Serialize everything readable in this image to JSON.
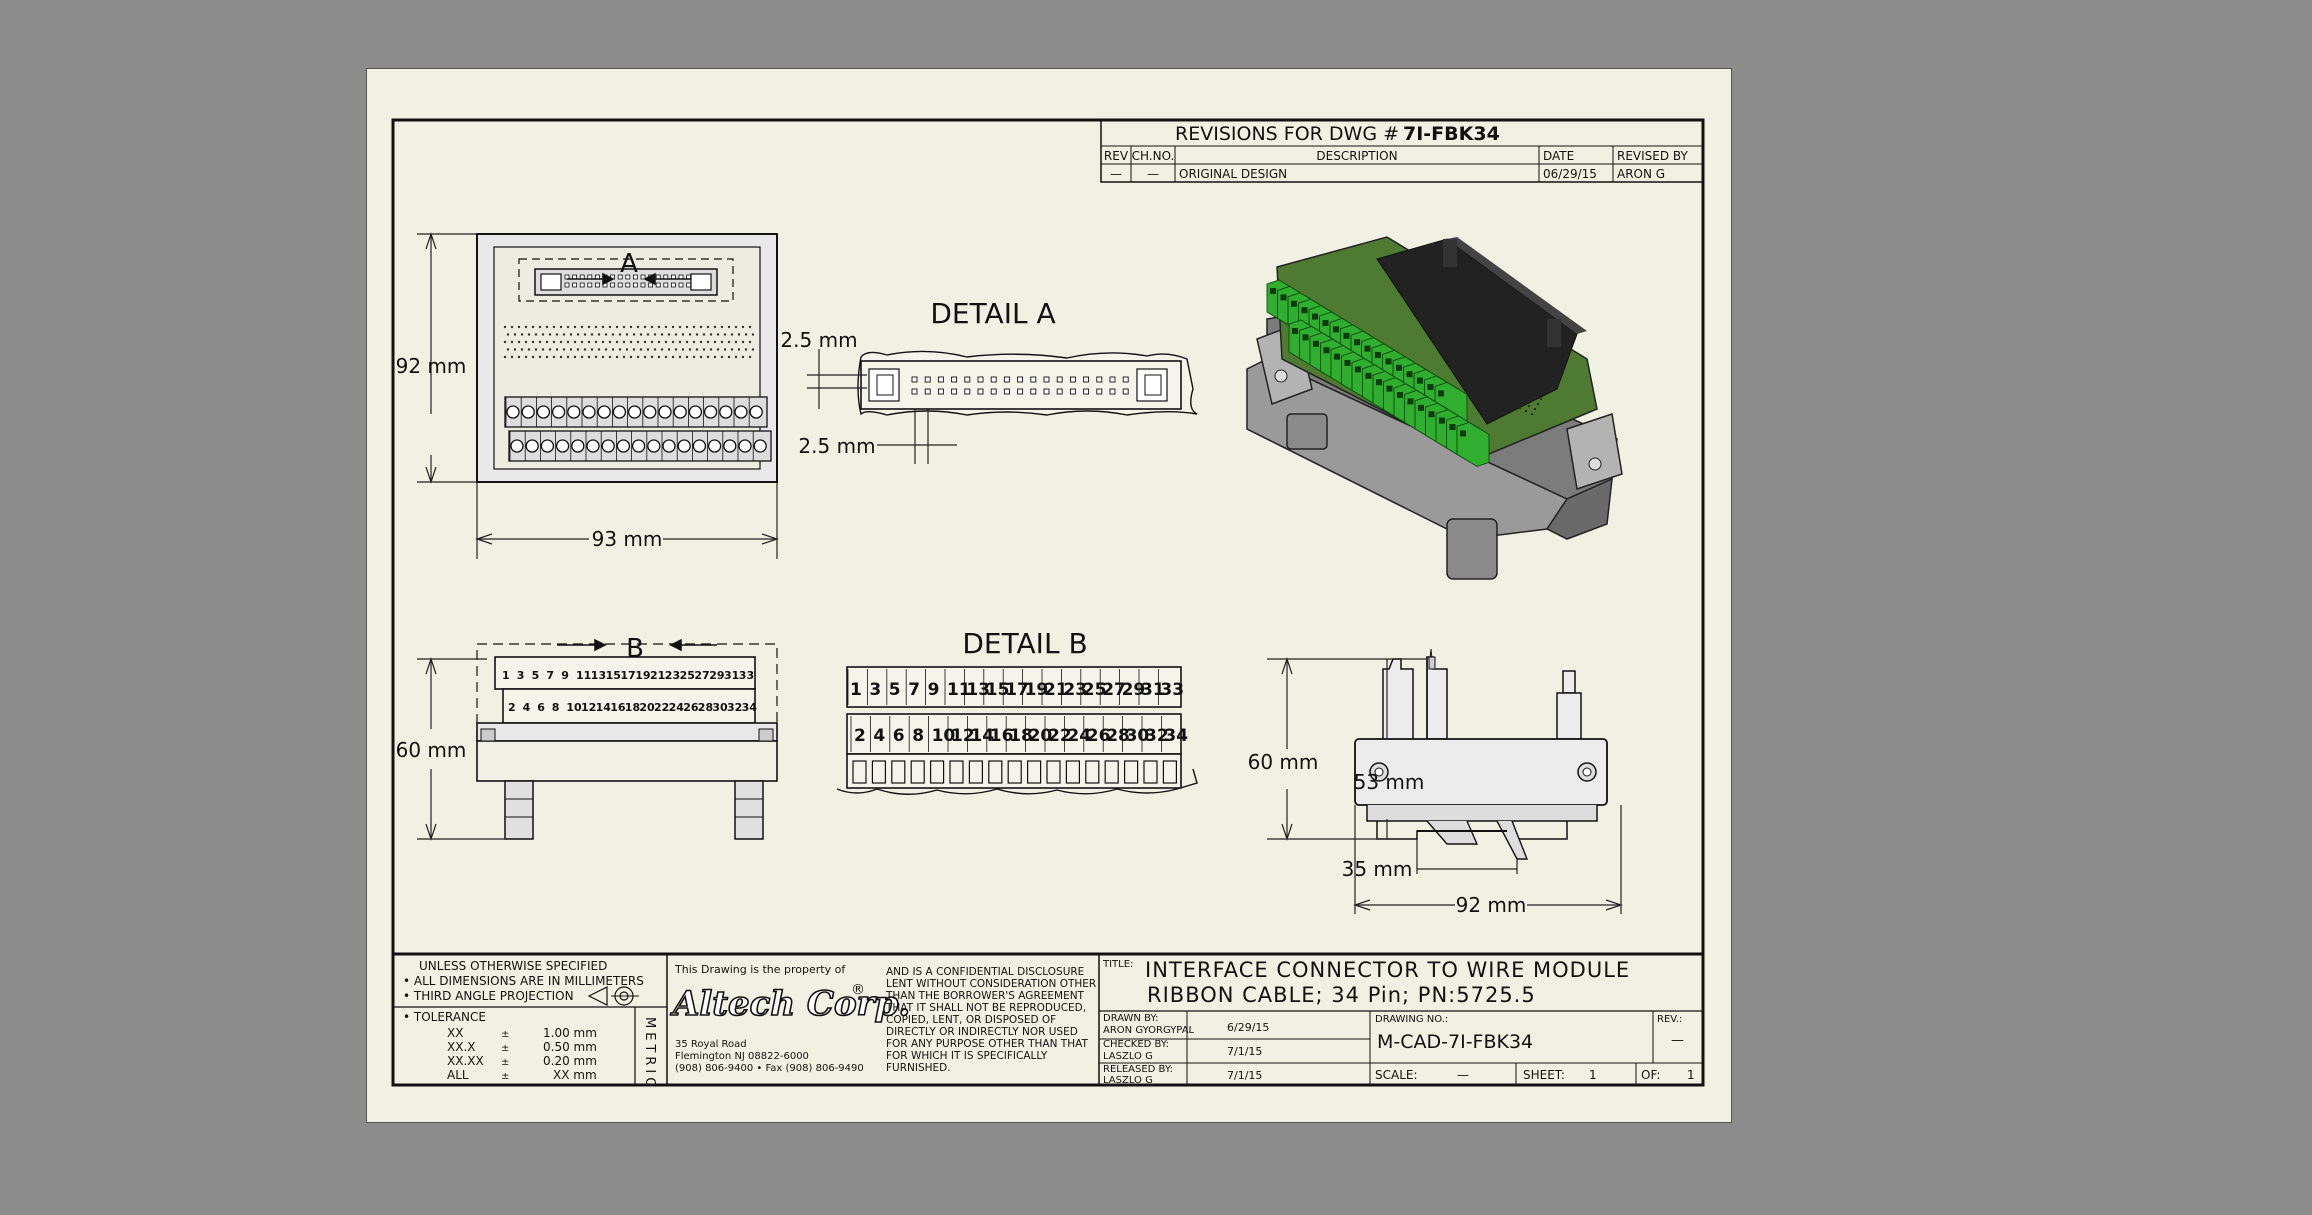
{
  "revisions": {
    "title_prefix": "REVISIONS FOR DWG #",
    "dwg_number": "7I-FBK34",
    "headers": [
      "REV",
      "CH.NO.",
      "DESCRIPTION",
      "DATE",
      "REVISED BY"
    ],
    "rows": [
      [
        "—",
        "—",
        "ORIGINAL DESIGN",
        "06/29/15",
        "ARON G"
      ]
    ]
  },
  "views": {
    "detail_a_title": "DETAIL A",
    "detail_b_title": "DETAIL B",
    "label_a": "A",
    "label_b": "B",
    "dim_92_top": "92 mm",
    "dim_93": "93 mm",
    "dim_2_5_top": "2.5 mm",
    "dim_2_5_bottom": "2.5 mm",
    "dim_60_front": "60 mm",
    "dim_53": "53 mm",
    "dim_60_side": "60 mm",
    "dim_35": "35 mm",
    "dim_92_side": "92 mm",
    "odd_pins": [
      "1",
      "3",
      "5",
      "7",
      "9",
      "11",
      "13",
      "15",
      "17",
      "19",
      "21",
      "23",
      "25",
      "27",
      "29",
      "31",
      "33"
    ],
    "even_pins": [
      "2",
      "4",
      "6",
      "8",
      "10",
      "12",
      "14",
      "16",
      "18",
      "20",
      "22",
      "24",
      "26",
      "28",
      "30",
      "32",
      "34"
    ]
  },
  "title_block": {
    "unless": "UNLESS OTHERWISE SPECIFIED",
    "all_dims": "• ALL DIMENSIONS ARE IN MILLIMETERS",
    "third_angle": "• THIRD ANGLE PROJECTION",
    "tolerance_label": "• TOLERANCE",
    "tolerances": [
      {
        "k": "XX",
        "v": "1.00 mm"
      },
      {
        "k": "XX.X",
        "v": "0.50 mm"
      },
      {
        "k": "XX.XX",
        "v": "0.20 mm"
      },
      {
        "k": "ALL",
        "v": "XX mm"
      }
    ],
    "metric": "METRIC",
    "property_of": "This Drawing is the property of",
    "company": "Altech Corp.",
    "registered": "®",
    "address1": "35 Royal Road",
    "address2": "Flemington NJ 08822-6000",
    "phone": "(908) 806-9400 • Fax (908) 806-9490",
    "confidential": [
      "AND IS A CONFIDENTIAL DISCLOSURE",
      "LENT WITHOUT CONSIDERATION OTHER",
      "THAN THE BORROWER'S AGREEMENT",
      "THAT IT SHALL NOT BE REPRODUCED,",
      "COPIED, LENT, OR DISPOSED OF",
      "DIRECTLY OR INDIRECTLY NOR USED",
      "FOR ANY PURPOSE OTHER THAN THAT",
      "FOR WHICH IT IS SPECIFICALLY",
      "FURNISHED."
    ],
    "title_label": "TITLE:",
    "title_line1": "INTERFACE CONNECTOR TO WIRE MODULE",
    "title_line2": "RIBBON CABLE; 34 Pin; PN:5725.5",
    "drawn_by_label": "DRAWN BY:",
    "drawn_by": "ARON GYORGYPAL",
    "drawn_date": "6/29/15",
    "checked_by_label": "CHECKED BY:",
    "checked_by": "LASZLO G",
    "checked_date": "7/1/15",
    "released_by_label": "RELEASED BY:",
    "released_by": "LASZLO G",
    "released_date": "7/1/15",
    "drawing_no_label": "DRAWING NO.:",
    "drawing_no": "M-CAD-7I-FBK34",
    "rev_label": "REV.:",
    "rev": "—",
    "scale_label": "SCALE:",
    "scale": "—",
    "sheet_label": "SHEET:",
    "sheet": "1",
    "of_label": "OF:",
    "of": "1"
  },
  "colors": {
    "background": "#8c8c8c",
    "paper": "#f1f1e3",
    "terminal_green": "#2fae2f",
    "pcb_green": "#4f7a32"
  }
}
